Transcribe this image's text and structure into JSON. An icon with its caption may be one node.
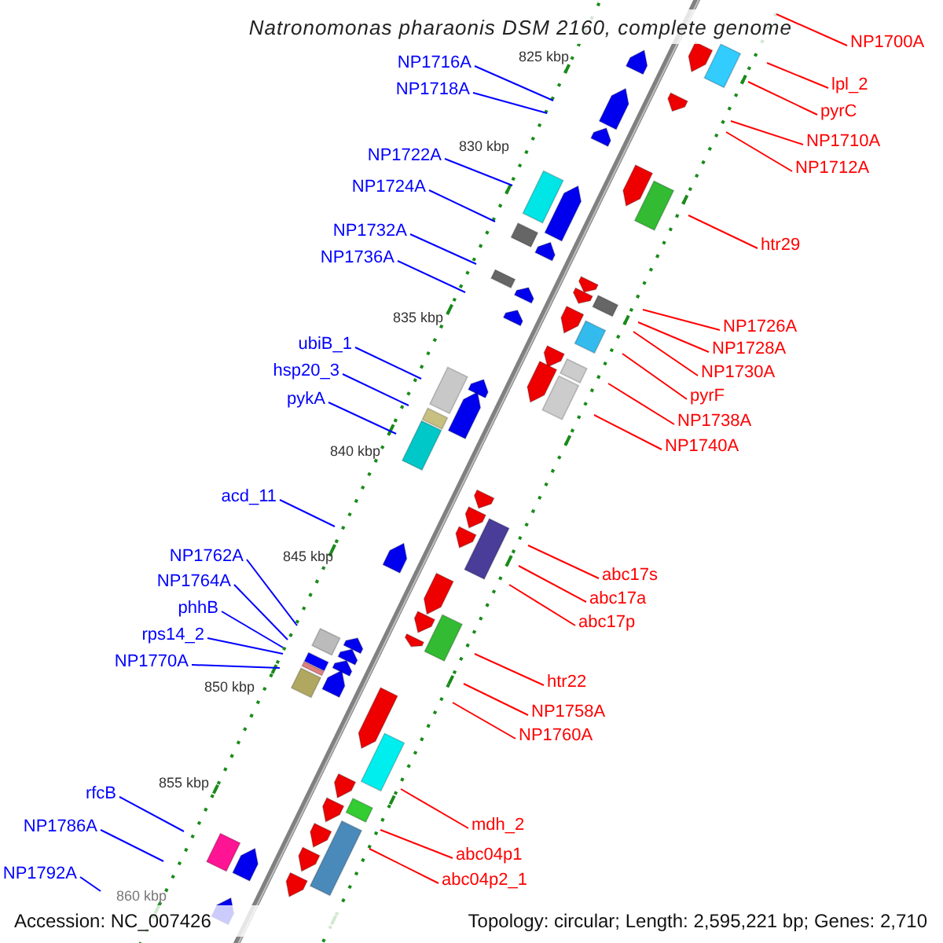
{
  "diagram": {
    "title": "Natronomonas pharaonis DSM 2160, complete genome",
    "nodes": [
      {
        "text": [
          "NP1716A"
        ]
      },
      {
        "text": [
          "NP1718A"
        ]
      },
      {
        "text": [
          "NP1722A"
        ]
      },
      {
        "text": [
          "NP1724A"
        ]
      },
      {
        "text": [
          "NP1732A"
        ]
      },
      {
        "text": [
          "NP1736A"
        ]
      },
      {
        "text": [
          "ubiB_1"
        ]
      },
      {
        "text": [
          "hsp20_3"
        ]
      },
      {
        "text": [
          "pykA"
        ]
      },
      {
        "text": [
          "acd_11"
        ]
      },
      {
        "text": [
          "NP1762A"
        ]
      },
      {
        "text": [
          "NP1764A"
        ]
      },
      {
        "text": [
          "phhB"
        ]
      },
      {
        "text": [
          "rps14_2"
        ]
      },
      {
        "text": [
          "NP1770A"
        ]
      },
      {
        "text": [
          "rfcB"
        ]
      },
      {
        "text": [
          "NP1786A"
        ]
      },
      {
        "text": [
          "NP1792A"
        ]
      },
      {
        "text": [
          "NP1700A"
        ]
      },
      {
        "text": [
          "lpl_2"
        ]
      },
      {
        "text": [
          "pyrC"
        ]
      },
      {
        "text": [
          "NP1710A"
        ]
      },
      {
        "text": [
          "NP1712A"
        ]
      },
      {
        "text": [
          "htr29"
        ]
      },
      {
        "text": [
          "NP1726A"
        ]
      },
      {
        "text": [
          "NP1728A"
        ]
      },
      {
        "text": [
          "NP1730A"
        ]
      },
      {
        "text": [
          "pyrF"
        ]
      },
      {
        "text": [
          "NP1738A"
        ]
      },
      {
        "text": [
          "NP1740A"
        ]
      },
      {
        "text": [
          "abc17s"
        ]
      },
      {
        "text": [
          "abc17a"
        ]
      },
      {
        "text": [
          "abc17p"
        ]
      },
      {
        "text": [
          "htr22"
        ]
      },
      {
        "text": [
          "NP1758A"
        ]
      },
      {
        "text": [
          "NP1760A"
        ]
      },
      {
        "text": [
          "mdh_2"
        ]
      },
      {
        "text": [
          "abc04p1"
        ]
      },
      {
        "text": [
          "abc04p2_1"
        ]
      }
    ],
    "edges": [
      {
        "from": 0,
        "to": null,
        "arrow": "none",
        "color": "#0000ff"
      },
      {
        "from": 1,
        "to": null,
        "arrow": "none",
        "color": "#0000ff"
      },
      {
        "from": 2,
        "to": null,
        "arrow": "none",
        "color": "#0000ff"
      },
      {
        "from": 3,
        "to": null,
        "arrow": "none",
        "color": "#0000ff"
      },
      {
        "from": 4,
        "to": null,
        "arrow": "none",
        "color": "#0000ff"
      },
      {
        "from": 5,
        "to": null,
        "arrow": "none",
        "color": "#0000ff"
      },
      {
        "from": 6,
        "to": null,
        "arrow": "none",
        "color": "#0000ff"
      },
      {
        "from": 7,
        "to": null,
        "arrow": "none",
        "color": "#0000ff"
      },
      {
        "from": 8,
        "to": null,
        "arrow": "none",
        "color": "#0000ff"
      },
      {
        "from": 9,
        "to": null,
        "arrow": "none",
        "color": "#0000ff"
      },
      {
        "from": 10,
        "to": null,
        "arrow": "none",
        "color": "#0000ff"
      },
      {
        "from": 11,
        "to": null,
        "arrow": "none",
        "color": "#0000ff"
      },
      {
        "from": 12,
        "to": null,
        "arrow": "none",
        "color": "#0000ff"
      },
      {
        "from": 13,
        "to": null,
        "arrow": "none",
        "color": "#0000ff"
      },
      {
        "from": 14,
        "to": null,
        "arrow": "none",
        "color": "#0000ff"
      },
      {
        "from": 15,
        "to": null,
        "arrow": "none",
        "color": "#0000ff"
      },
      {
        "from": 16,
        "to": null,
        "arrow": "none",
        "color": "#0000ff"
      },
      {
        "from": 17,
        "to": null,
        "arrow": "none",
        "color": "#0000ff"
      },
      {
        "from": 18,
        "to": null,
        "arrow": "none"
      },
      {
        "from": 19,
        "to": null,
        "arrow": "none"
      },
      {
        "from": 20,
        "to": null,
        "arrow": "none"
      },
      {
        "from": 21,
        "to": null,
        "arrow": "none"
      },
      {
        "from": 22,
        "to": null,
        "arrow": "none"
      },
      {
        "from": 23,
        "to": null,
        "arrow": "none"
      },
      {
        "from": 24,
        "to": null,
        "arrow": "none"
      },
      {
        "from": 25,
        "to": null,
        "arrow": "none"
      },
      {
        "from": 26,
        "to": null,
        "arrow": "none"
      },
      {
        "from": 27,
        "to": null,
        "arrow": "none"
      },
      {
        "from": 28,
        "to": null,
        "arrow": "none"
      },
      {
        "from": 29,
        "to": null,
        "arrow": "none"
      },
      {
        "from": 30,
        "to": null,
        "arrow": "none"
      },
      {
        "from": 31,
        "to": null,
        "arrow": "none"
      },
      {
        "from": 32,
        "to": null,
        "arrow": "none"
      },
      {
        "from": 33,
        "to": null,
        "arrow": "none"
      },
      {
        "from": 34,
        "to": null,
        "arrow": "none"
      },
      {
        "from": 35,
        "to": null,
        "arrow": "none"
      },
      {
        "from": 36,
        "to": null,
        "arrow": "none"
      },
      {
        "from": 37,
        "to": null,
        "arrow": "none"
      },
      {
        "from": 38,
        "to": null,
        "arrow": "none"
      }
    ],
    "labels": [
      "825 kbp",
      "830 kbp",
      "835 kbp",
      "840 kbp",
      "845 kbp",
      "850 kbp",
      "855 kbp",
      "860 kbp",
      "Accession: NC_007426",
      "Topology: circular; Length: 2,595,221 bp; Genes: 2,710"
    ]
  }
}
